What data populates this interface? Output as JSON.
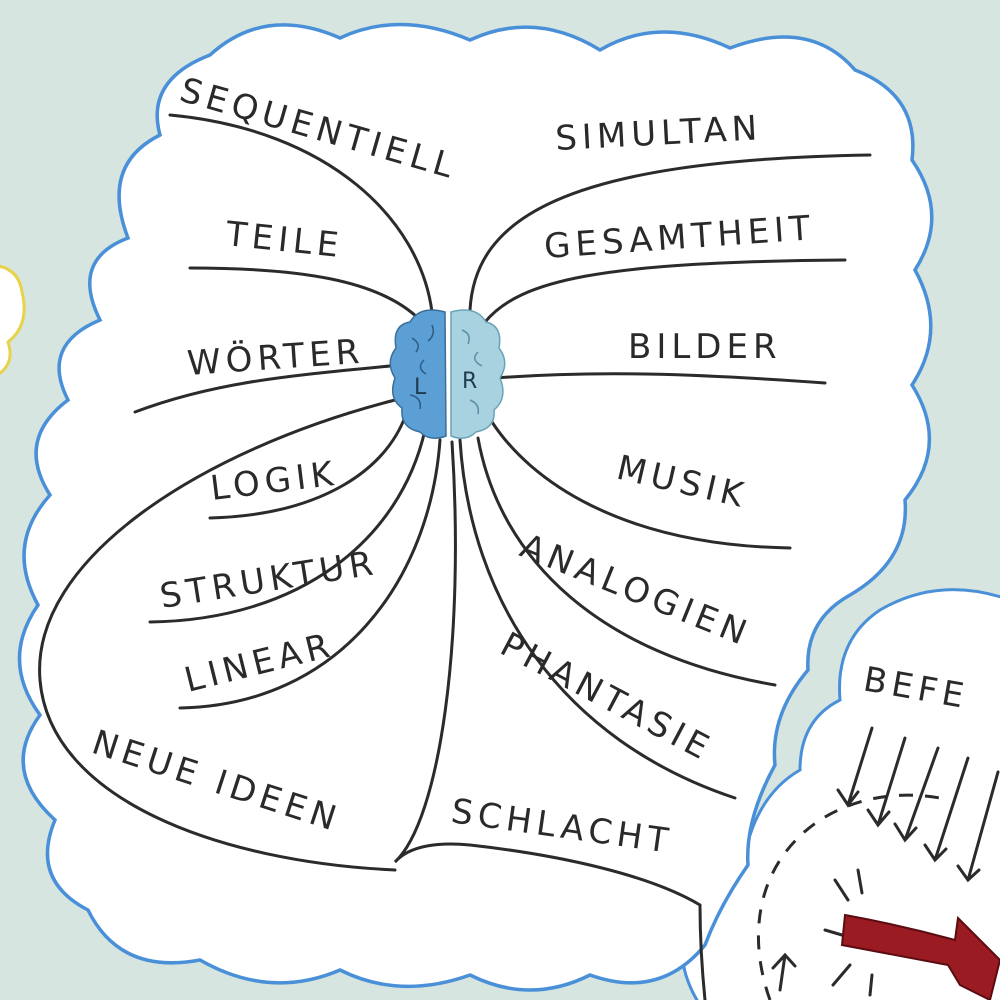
{
  "left_hemisphere": {
    "letter": "L",
    "labels": [
      "SEQUENTIELL",
      "TEILE",
      "WÖRTER",
      "LOGIK",
      "STRUKTUR",
      "LINEAR"
    ]
  },
  "right_hemisphere": {
    "letter": "R",
    "labels": [
      "SIMULTAN",
      "GESAMTHEIT",
      "BILDER",
      "MUSIK",
      "ANALOGIEN",
      "PHANTASIE"
    ]
  },
  "bottom_labels": [
    "NEUE IDEEN",
    "SCHLACHT"
  ],
  "second_cloud_label": "BEFE",
  "colors": {
    "background": "#d6e5df",
    "cloud_fill": "#ffffff",
    "cloud_outline": "#4a90d9",
    "left_brain": "#5b9fd4",
    "right_brain": "#a8d2e0",
    "ink": "#2b2b2b",
    "arrow_red": "#9b1b22",
    "yellow_cloud": "#e8d24a"
  }
}
